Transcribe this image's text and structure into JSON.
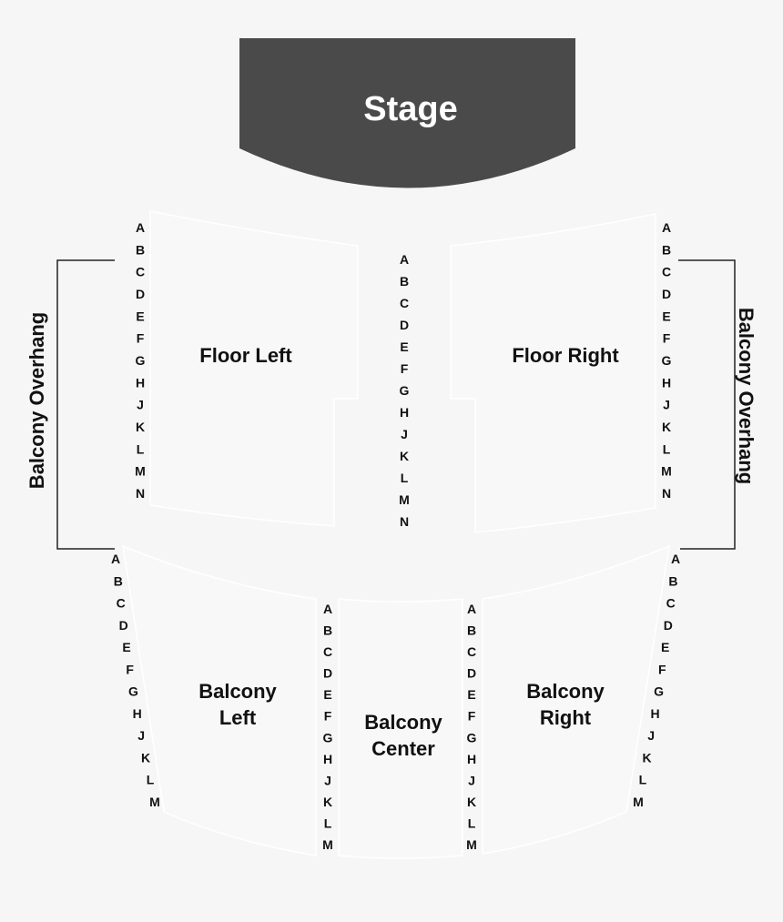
{
  "stage": {
    "label": "Stage",
    "fill": "#4a4a4a",
    "text_color": "#ffffff"
  },
  "sections": {
    "floor_left": {
      "label": "Floor Left"
    },
    "floor_right": {
      "label": "Floor Right"
    },
    "balcony_left": {
      "line1": "Balcony",
      "line2": "Left"
    },
    "balcony_center": {
      "line1": "Balcony",
      "line2": "Center"
    },
    "balcony_right": {
      "line1": "Balcony",
      "line2": "Right"
    }
  },
  "overhang": {
    "left_label": "Balcony Overhang",
    "right_label": "Balcony Overhang"
  },
  "rows": {
    "floor_left": [
      "A",
      "B",
      "C",
      "D",
      "E",
      "F",
      "G",
      "H",
      "J",
      "K",
      "L",
      "M",
      "N"
    ],
    "floor_center": [
      "A",
      "B",
      "C",
      "D",
      "E",
      "F",
      "G",
      "H",
      "J",
      "K",
      "L",
      "M",
      "N"
    ],
    "floor_right": [
      "A",
      "B",
      "C",
      "D",
      "E",
      "F",
      "G",
      "H",
      "J",
      "K",
      "L",
      "M",
      "N"
    ],
    "balcony_left_outer": [
      "A",
      "B",
      "C",
      "D",
      "E",
      "F",
      "G",
      "H",
      "J",
      "K",
      "L",
      "M"
    ],
    "balcony_left_inner": [
      "A",
      "B",
      "C",
      "D",
      "E",
      "F",
      "G",
      "H",
      "J",
      "K",
      "L",
      "M"
    ],
    "balcony_right_inner": [
      "A",
      "B",
      "C",
      "D",
      "E",
      "F",
      "G",
      "H",
      "J",
      "K",
      "L",
      "M"
    ],
    "balcony_right_outer": [
      "A",
      "B",
      "C",
      "D",
      "E",
      "F",
      "G",
      "H",
      "J",
      "K",
      "L",
      "M"
    ]
  }
}
